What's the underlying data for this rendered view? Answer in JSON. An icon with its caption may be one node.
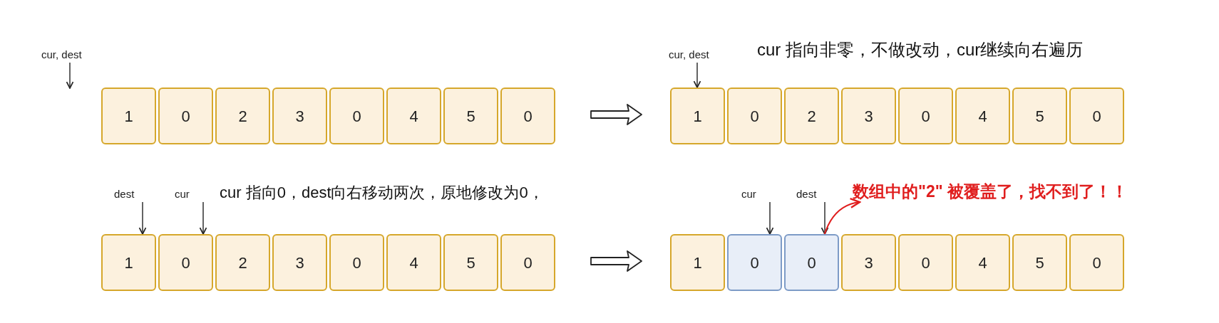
{
  "diagram": {
    "nodes": [
      {
        "text": [
          "cur, dest"
        ]
      },
      {
        "text": [
          "1"
        ]
      },
      {
        "text": [
          "0"
        ]
      },
      {
        "text": [
          "2"
        ]
      },
      {
        "text": [
          "3"
        ]
      },
      {
        "text": [
          "0"
        ]
      },
      {
        "text": [
          "4"
        ]
      },
      {
        "text": [
          "5"
        ]
      },
      {
        "text": [
          "0"
        ]
      },
      {
        "text": [
          "cur, dest"
        ]
      },
      {
        "text": [
          "1"
        ]
      },
      {
        "text": [
          "0"
        ]
      },
      {
        "text": [
          "2"
        ]
      },
      {
        "text": [
          "3"
        ]
      },
      {
        "text": [
          "0"
        ]
      },
      {
        "text": [
          "4"
        ]
      },
      {
        "text": [
          "5"
        ]
      },
      {
        "text": [
          "0"
        ]
      },
      {
        "text": [
          "dest"
        ]
      },
      {
        "text": [
          "cur"
        ]
      },
      {
        "text": [
          "1"
        ]
      },
      {
        "text": [
          "0"
        ]
      },
      {
        "text": [
          "2"
        ]
      },
      {
        "text": [
          "3"
        ]
      },
      {
        "text": [
          "0"
        ]
      },
      {
        "text": [
          "4"
        ]
      },
      {
        "text": [
          "5"
        ]
      },
      {
        "text": [
          "0"
        ]
      },
      {
        "text": [
          "cur"
        ]
      },
      {
        "text": [
          "dest"
        ]
      },
      {
        "text": [
          "数组中的\"2\" 被覆盖了，找不到了！！"
        ]
      },
      {
        "text": [
          "1"
        ]
      },
      {
        "text": [
          "0"
        ]
      },
      {
        "text": [
          "0"
        ]
      },
      {
        "text": [
          "3"
        ]
      },
      {
        "text": [
          "0"
        ]
      },
      {
        "text": [
          "4"
        ]
      },
      {
        "text": [
          "5"
        ]
      },
      {
        "text": [
          "0"
        ]
      }
    ],
    "edges": [
      {
        "from": 0,
        "to": null,
        "arrow": "to"
      },
      {
        "from": 8,
        "to": 10,
        "arrow": "to",
        "style": "thick"
      },
      {
        "from": 9,
        "to": 10,
        "arrow": "to"
      },
      {
        "from": 18,
        "to": 20,
        "arrow": "to"
      },
      {
        "from": 19,
        "to": 21,
        "arrow": "to"
      },
      {
        "from": 27,
        "to": 31,
        "arrow": "to",
        "style": "thick"
      },
      {
        "from": 28,
        "to": 32,
        "arrow": "to"
      },
      {
        "from": 29,
        "to": 33,
        "arrow": "to"
      },
      {
        "from": 33,
        "to": 30,
        "arrow": "to",
        "color": "#e01e1e"
      }
    ],
    "labels": [
      "cur 指向非零，不做改动，cur继续向右遍历",
      "cur 指向0，dest向右移动两次，原地修改为0，"
    ]
  }
}
